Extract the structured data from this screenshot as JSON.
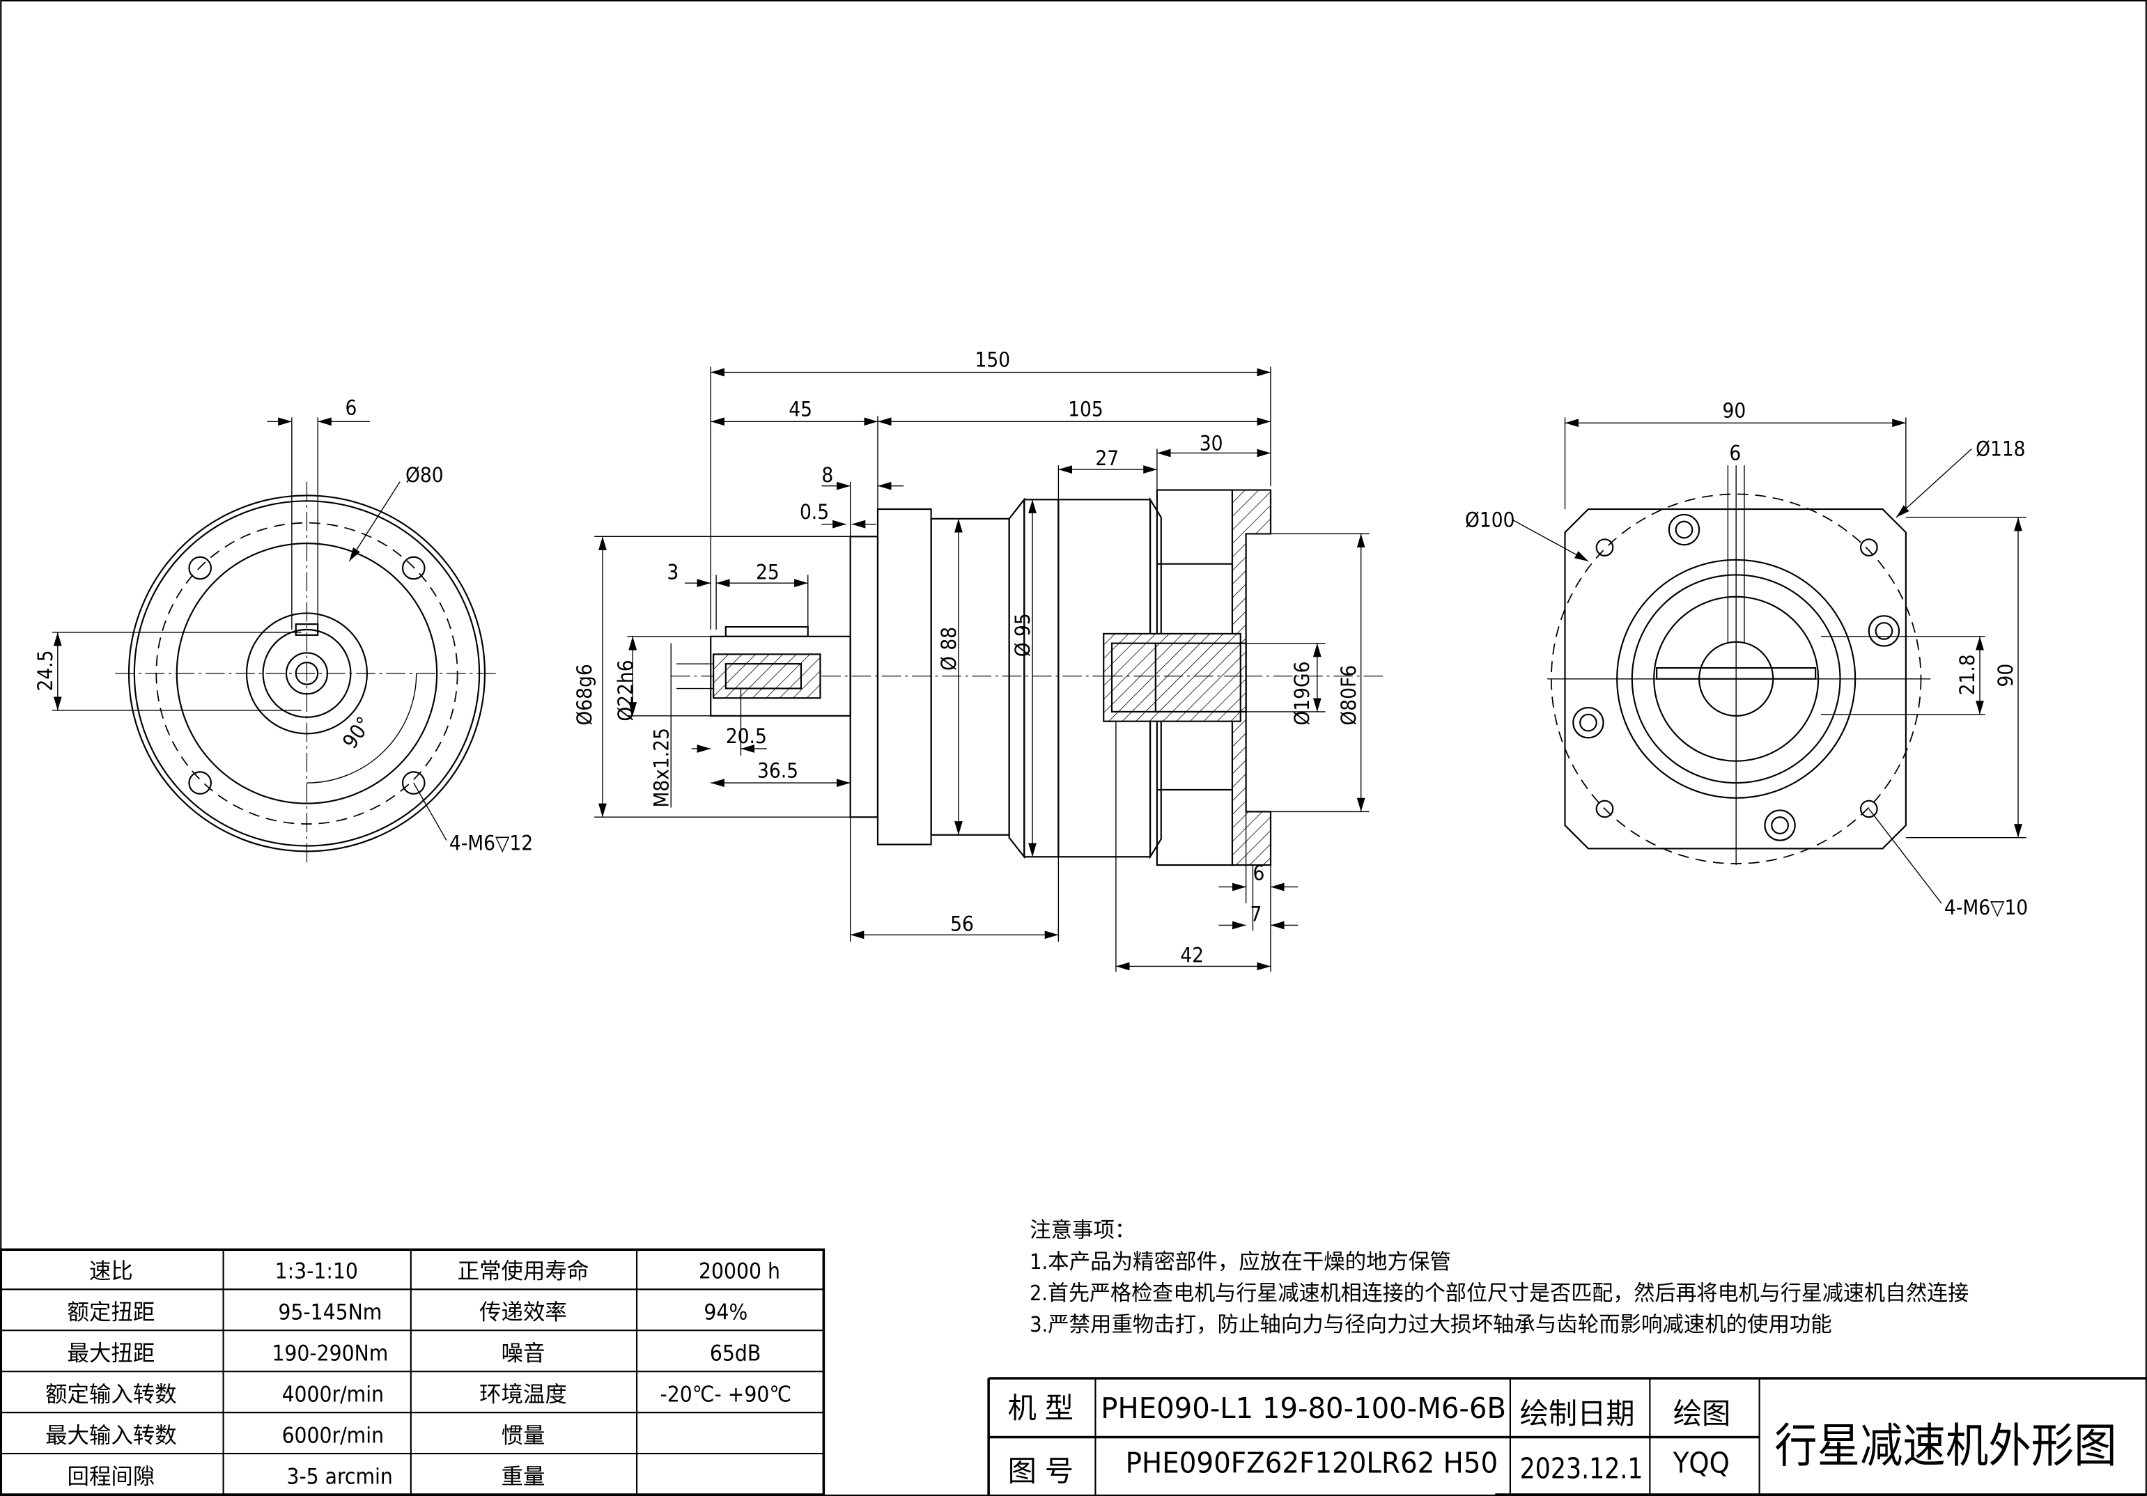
{
  "left_view": {
    "dims": {
      "keyway": "6",
      "pcd": "Ø80",
      "height": "24.5",
      "angle": "90°",
      "holes": "4-M6▽12"
    }
  },
  "side_view": {
    "dims": {
      "overall": "150",
      "input": "45",
      "body": "105",
      "d27": "27",
      "d30": "30",
      "d8": "8",
      "d05": "0.5",
      "d3": "3",
      "d25": "25",
      "bore68": "Ø68g6",
      "shaft22": "Ø22h6",
      "thread": "M8x1.25",
      "d205": "20.5",
      "d365": "36.5",
      "dia88": "Ø 88",
      "dia95": "Ø 95",
      "bore19": "Ø19G6",
      "pilot80": "Ø80F6",
      "d56": "56",
      "d6": "6",
      "d7": "7",
      "d42": "42"
    }
  },
  "right_view": {
    "dims": {
      "width": "90",
      "key": "6",
      "dia118": "Ø118",
      "dia100": "Ø100",
      "d218": "21.8",
      "height": "90",
      "holes": "4-M6▽10"
    }
  },
  "spec_table": {
    "rows": [
      [
        "速比",
        "1:3-1:10",
        "正常使用寿命",
        "20000  h"
      ],
      [
        "额定扭距",
        "95-145Nm",
        "传递效率",
        "94%"
      ],
      [
        "最大扭距",
        "190-290Nm",
        "噪音",
        "65dB"
      ],
      [
        "额定输入转数",
        "4000r/min",
        "环境温度",
        "-20℃- +90℃"
      ],
      [
        "最大输入转数",
        "6000r/min",
        "惯量",
        ""
      ],
      [
        "回程间隙",
        "3-5 arcmin",
        "重量",
        ""
      ]
    ]
  },
  "notes": {
    "title": "注意事项：",
    "items": [
      "1.本产品为精密部件，应放在干燥的地方保管",
      "2.首先严格检查电机与行星减速机相连接的个部位尺寸是否匹配，然后再将电机与行星减速机自然连接",
      "3.严禁用重物击打，防止轴向力与径向力过大损坏轴承与齿轮而影响减速机的使用功能"
    ]
  },
  "title_block": {
    "model_label": "机 型",
    "model_value": "PHE090-L1 19-80-100-M6-6B",
    "drawing_no_label": "图 号",
    "drawing_no_value": "PHE090FZ62F120LR62 H50",
    "date_label": "绘制日期",
    "date_value": "2023.12.1",
    "drawn_label": "绘图",
    "drawn_value": "YQQ",
    "title": "行星减速机外形图"
  }
}
